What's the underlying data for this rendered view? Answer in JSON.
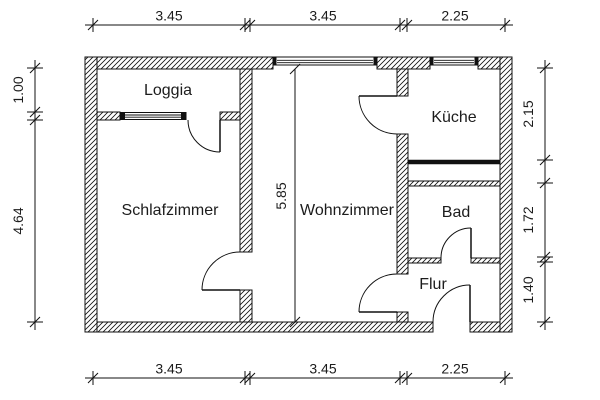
{
  "rooms": {
    "loggia": "Loggia",
    "schlafzimmer": "Schlafzimmer",
    "wohnzimmer": "Wohnzimmer",
    "kueche": "Küche",
    "bad": "Bad",
    "flur": "Flur"
  },
  "dimensions": {
    "top": [
      "3.45",
      "3.45",
      "2.25"
    ],
    "bottom": [
      "3.45",
      "3.45",
      "2.25"
    ],
    "left": [
      "1.00",
      "4.64"
    ],
    "right": [
      "2.15",
      "1.72",
      "1.40"
    ],
    "wohnzimmer_depth": "5.85"
  },
  "colors": {
    "line": "#111111",
    "text": "#1c1c1c",
    "background": "#ffffff"
  }
}
